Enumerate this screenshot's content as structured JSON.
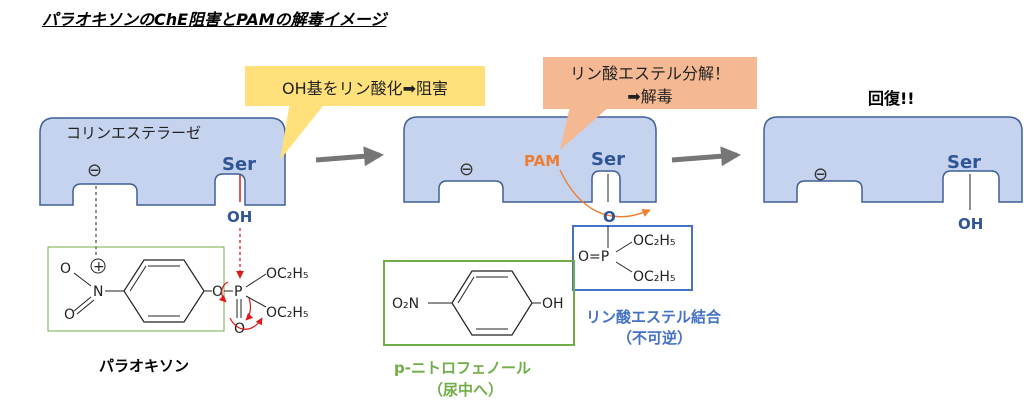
{
  "title": "パラオキソンのChE阻害とPAMの解毒イメージ",
  "callouts": {
    "inhibition": "OH基をリン酸化➡阻害",
    "hydrolysis_line1": "リン酸エステル分解！",
    "hydrolysis_line2": "➡解毒"
  },
  "enzyme": {
    "name": "コリンエステラーゼ",
    "residue": "Ser",
    "anionic_site": "⊖"
  },
  "recovered_label": "回復!!",
  "hydroxyl": "OH",
  "pam_label": "PAM",
  "paraoxon": {
    "name": "パラオキソン",
    "plus_charge": "+",
    "nitro_n": "N",
    "oxygen": "O",
    "phosphorus": "P",
    "ethoxy": "OC₂H₅"
  },
  "p_nitrophenol": {
    "nitro": "O₂N",
    "hydroxyl": "OH",
    "name_line1": "p-ニトロフェノール",
    "name_line2": "（尿中へ）"
  },
  "bound_phosphate": {
    "bridge_o": "O",
    "p_label": "O=P",
    "ethoxy": "OC₂H₅",
    "caption_line1": "リン酸エステル結合",
    "caption_line2": "（不可逆）"
  },
  "colors": {
    "enzyme_fill": "#c5d3ee",
    "enzyme_stroke": "#3f5f96",
    "residue_text": "#2f5597",
    "yellow_callout": "#ffe07a",
    "orange_callout": "#f4b893",
    "pam_orange": "#ed7d31",
    "green_box": "#70ad47",
    "blue_box": "#4472c4",
    "red": "#e01a1a",
    "arrow_gray": "#767676"
  }
}
